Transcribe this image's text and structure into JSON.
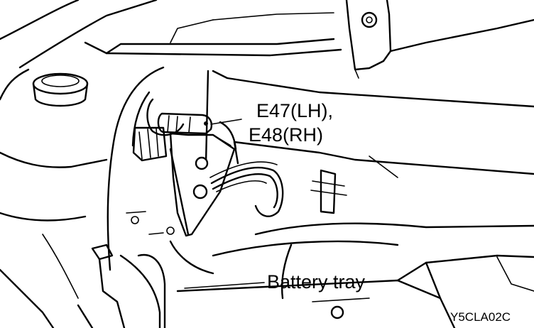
{
  "figure": {
    "callouts": {
      "connector_lh": "E47(LH),",
      "connector_rh": "E48(RH)",
      "battery_tray": "Battery tray"
    },
    "figure_code": "Y5CLA02C"
  }
}
